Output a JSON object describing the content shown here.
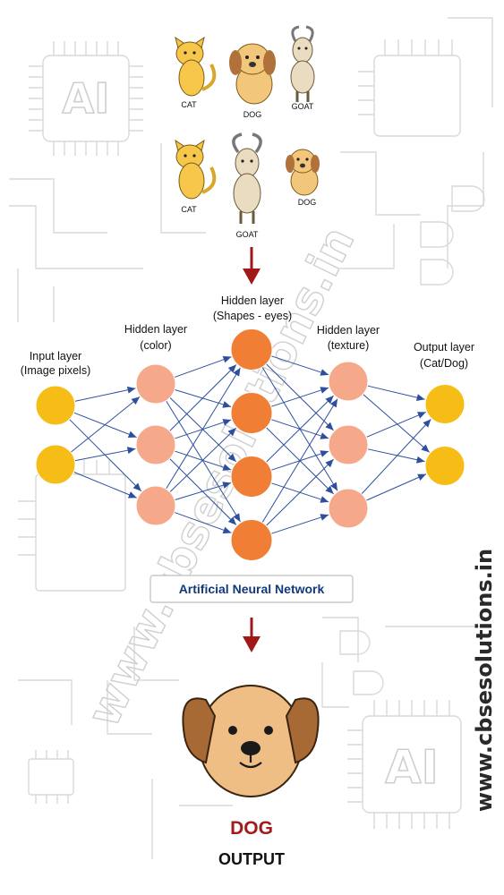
{
  "watermark": {
    "diagonal_text": "www.cbsesolutions.in",
    "vertical_text": "www.cbsesolutions.in",
    "chip_text": "AI"
  },
  "animals": {
    "row1": {
      "cat": "CAT",
      "dog": "DOG",
      "goat": "GOAT"
    },
    "row2": {
      "cat": "CAT",
      "goat": "GOAT",
      "dog": "DOG"
    }
  },
  "layers": {
    "input": {
      "line1": "Input layer",
      "line2": "(Image pixels)",
      "nodes": 2
    },
    "hidden1": {
      "line1": "Hidden layer",
      "line2": "(color)",
      "nodes": 3
    },
    "hidden2": {
      "line1": "Hidden layer",
      "line2": "(Shapes - eyes)",
      "nodes": 4
    },
    "hidden3": {
      "line1": "Hidden layer",
      "line2": "(texture)",
      "nodes": 3
    },
    "output": {
      "line1": "Output layer",
      "line2": "(Cat/Dog)",
      "nodes": 2
    }
  },
  "network_title": "Artificial Neural Network",
  "output": {
    "label": "DOG",
    "caption": "OUTPUT"
  },
  "colors": {
    "input_node": "#f6bd16",
    "hidden1_node": "#f6a98a",
    "hidden2_node": "#f07f35",
    "hidden3_node": "#f6a98a",
    "output_node": "#f6bd16",
    "edge": "#2d4f9e",
    "arrow": "#a01818",
    "circuit": "#d8d8d8",
    "watermark": "#c9c9c9"
  }
}
